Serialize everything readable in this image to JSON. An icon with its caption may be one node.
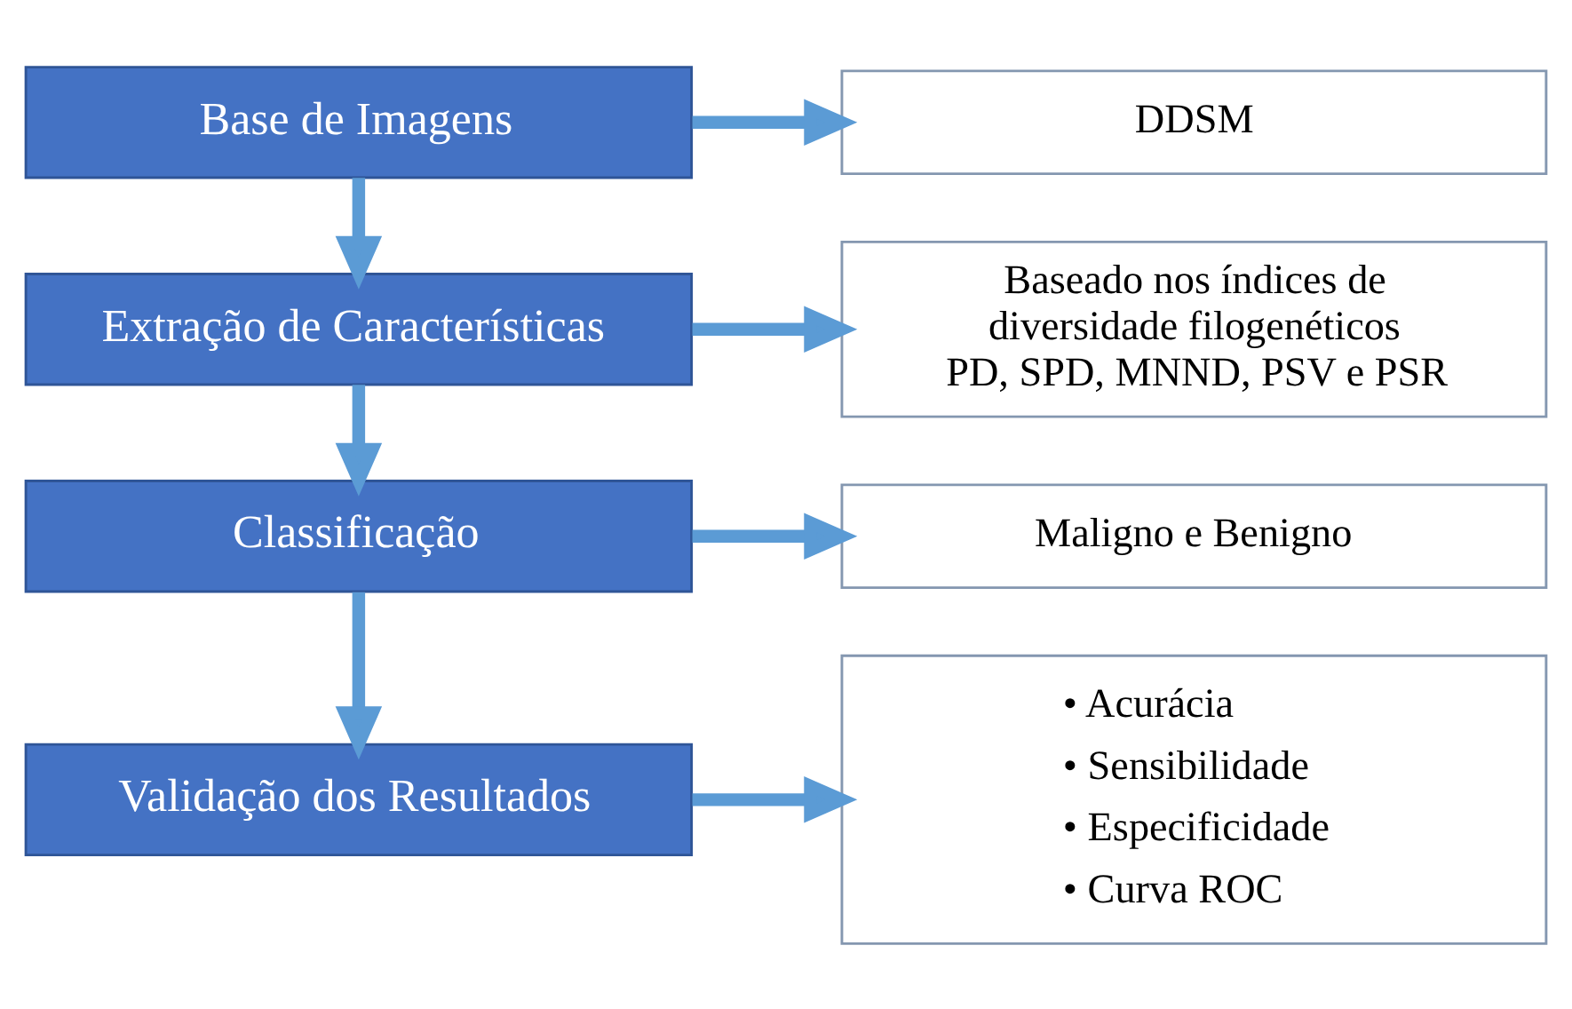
{
  "diagram": {
    "nodes": [
      {
        "text": [
          "Base de Imagens"
        ]
      },
      {
        "text": [
          "DDSM"
        ]
      },
      {
        "text": [
          "Extração de Características"
        ]
      },
      {
        "text": [
          "Baseado nos índices de diversidade filogenéticos PD, SPD, MNND, PSV e PSR"
        ]
      },
      {
        "text": [
          "Classificação"
        ]
      },
      {
        "text": [
          "Maligno e Benigno"
        ]
      },
      {
        "text": [
          "Validação dos Resultados"
        ]
      },
      {
        "text": [
          "• Acurácia",
          "• Sensibilidade",
          "• Especificidade",
          "• Curva ROC"
        ]
      }
    ],
    "edges": [
      {
        "from": 0,
        "to": 1,
        "arrow": "to"
      },
      {
        "from": 0,
        "to": 2,
        "arrow": "to"
      },
      {
        "from": 2,
        "to": 3,
        "arrow": "to"
      },
      {
        "from": 2,
        "to": 4,
        "arrow": "to"
      },
      {
        "from": 4,
        "to": 5,
        "arrow": "to"
      },
      {
        "from": 4,
        "to": 6,
        "arrow": "to"
      },
      {
        "from": 6,
        "to": 7,
        "arrow": "to"
      }
    ]
  }
}
